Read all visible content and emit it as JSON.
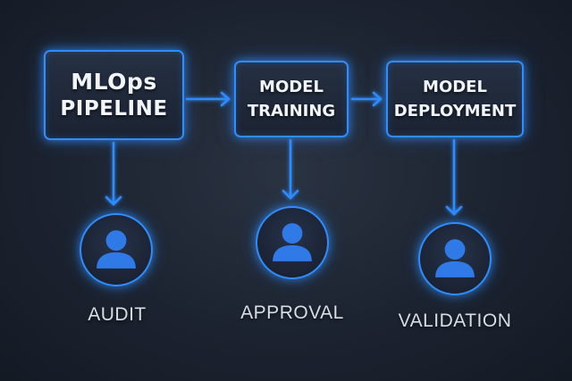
{
  "stages": [
    {
      "id": "mlops",
      "lines": [
        "MLOps",
        "PIPELINE"
      ]
    },
    {
      "id": "training",
      "lines": [
        "MODEL",
        "TRAINING"
      ]
    },
    {
      "id": "deployment",
      "lines": [
        "MODEL",
        "DEPLOYMENT"
      ]
    }
  ],
  "checkpoints": [
    {
      "id": "audit",
      "label": "AUDIT",
      "icon": "person-icon"
    },
    {
      "id": "approval",
      "label": "APPROVAL",
      "icon": "person-icon"
    },
    {
      "id": "validation",
      "label": "VALIDATION",
      "icon": "person-icon"
    }
  ],
  "colors": {
    "accent": "#2f8dff",
    "background": "#1c2330",
    "text": "#f2f5fa",
    "caption": "#d9dde4"
  }
}
